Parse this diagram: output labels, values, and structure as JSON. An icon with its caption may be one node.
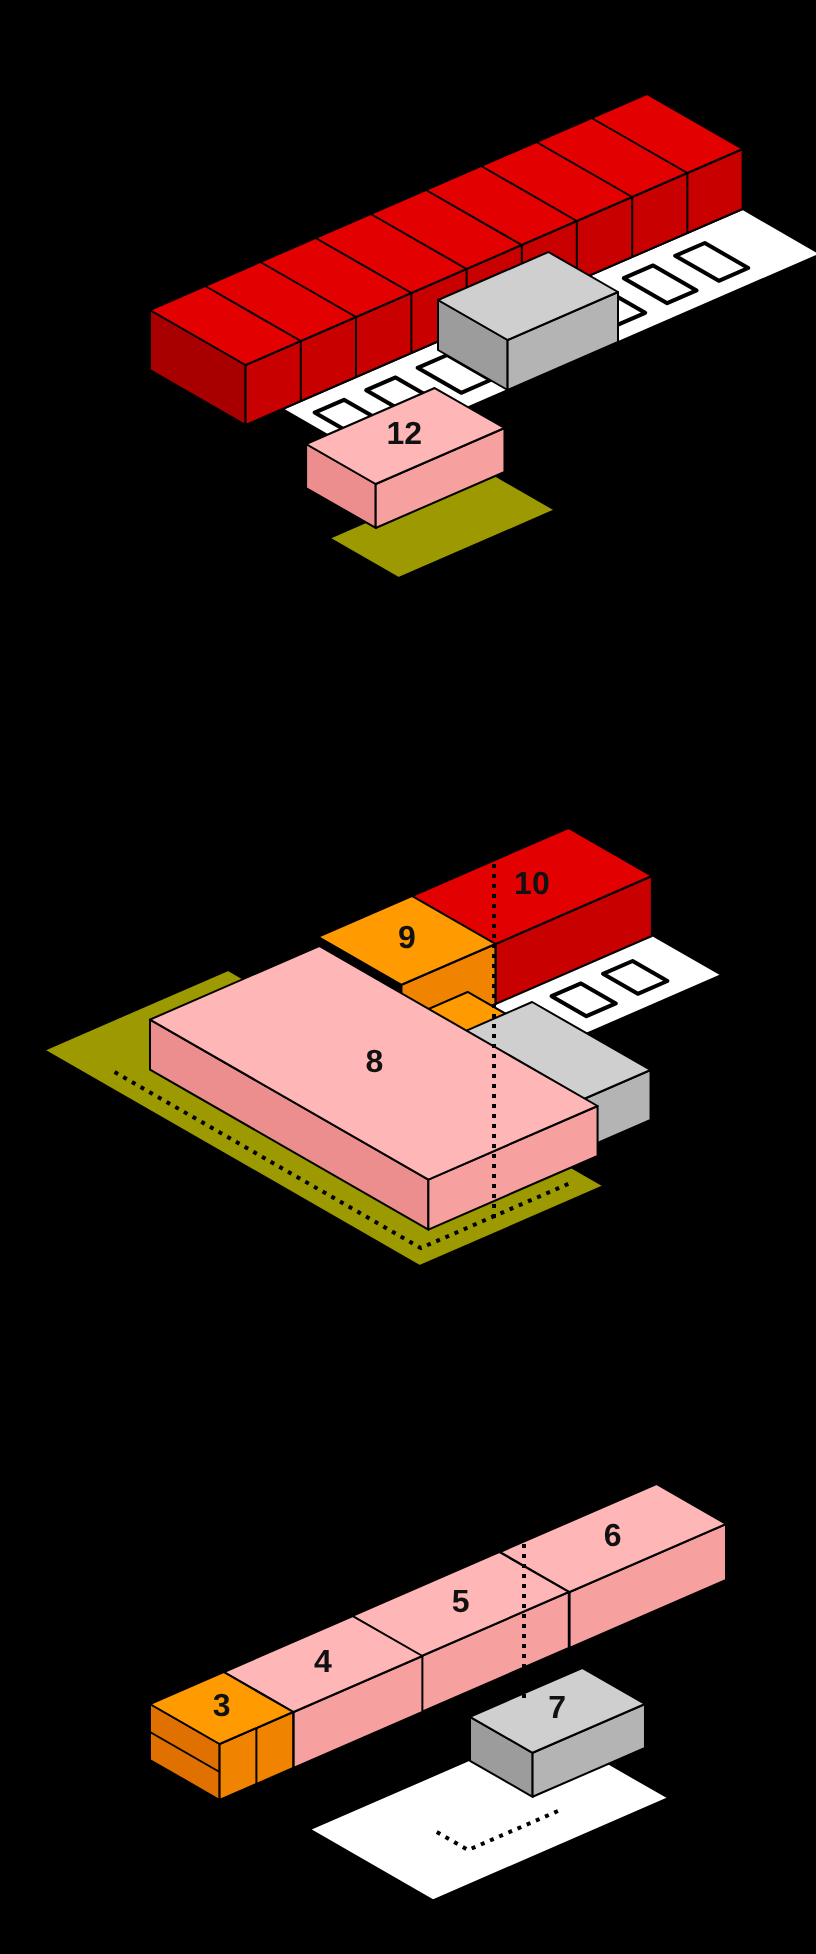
{
  "diagram": {
    "nodes": [
      {
        "text": [],
        "shape": "box"
      },
      {
        "text": [
          "12"
        ]
      },
      {
        "text": [
          "10"
        ]
      },
      {
        "text": [
          "9"
        ]
      },
      {
        "text": [
          "8"
        ]
      },
      {
        "text": [],
        "shape": "box"
      },
      {
        "text": [
          "6"
        ]
      },
      {
        "text": [
          "5"
        ]
      },
      {
        "text": [
          "4"
        ]
      },
      {
        "text": [
          "3"
        ]
      },
      {
        "text": [
          "7"
        ]
      }
    ]
  }
}
